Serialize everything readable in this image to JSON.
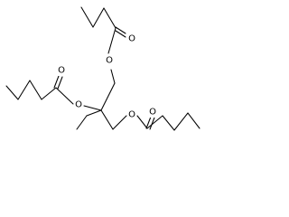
{
  "molecule": {
    "description_visible": false,
    "line_color": "#000000",
    "background_color": "#ffffff",
    "atoms": {
      "o_top_ether": "O",
      "o_top_carbonyl": "O",
      "o_left_ether": "O",
      "o_left_carbonyl": "O",
      "o_right_ether": "O",
      "o_right_carbonyl": "O"
    }
  }
}
